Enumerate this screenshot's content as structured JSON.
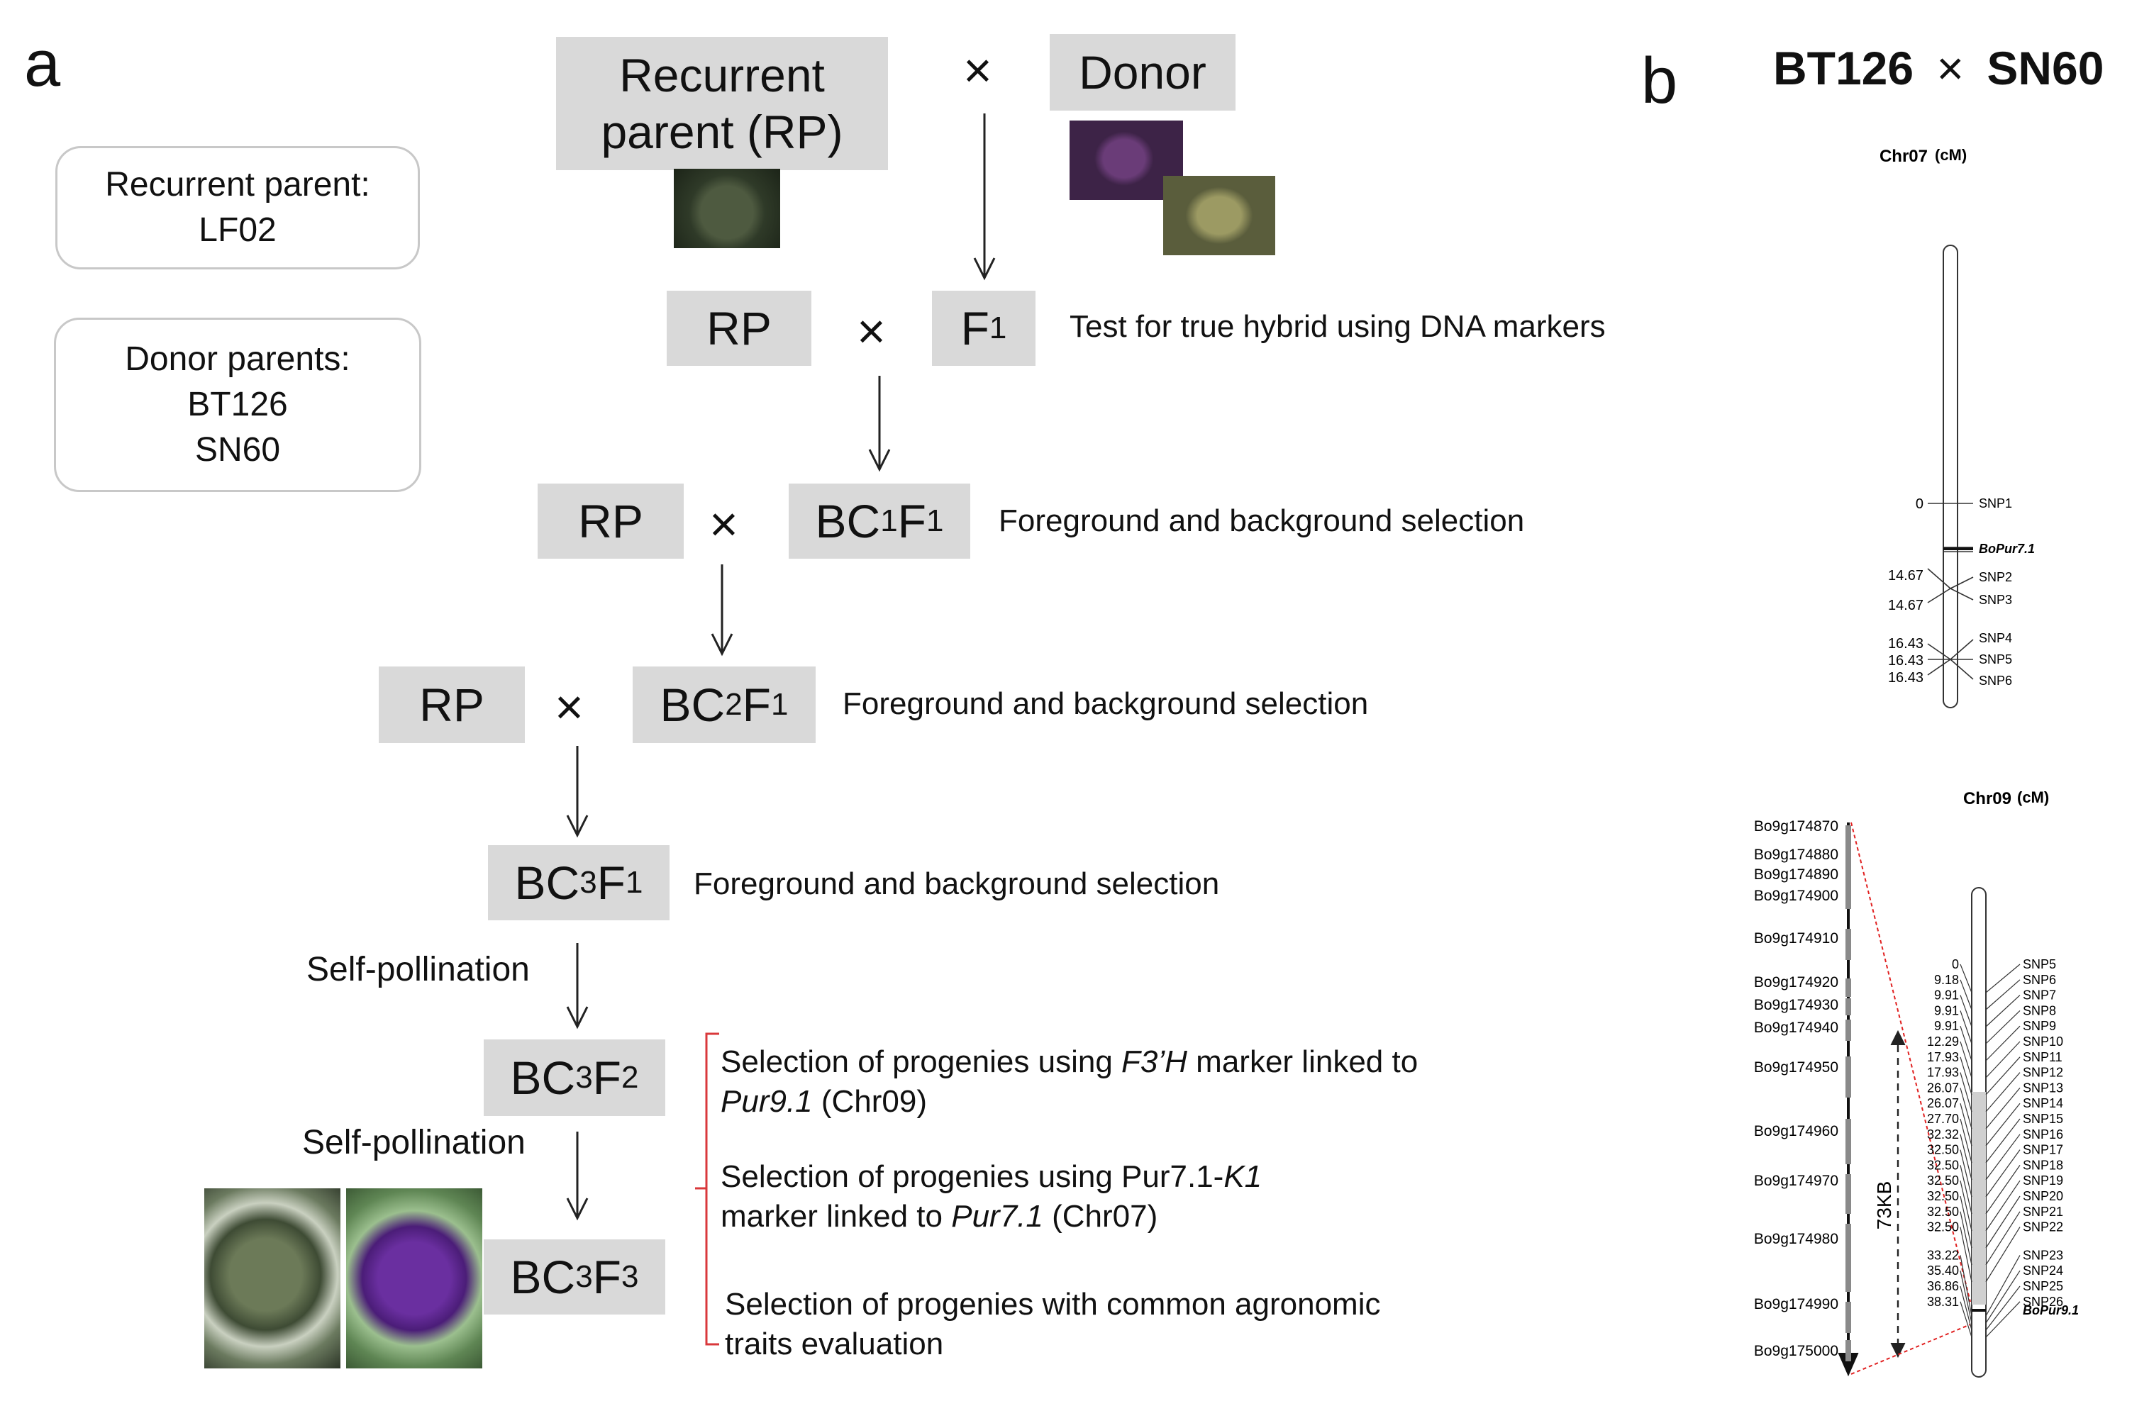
{
  "panel_a": {
    "label": "a",
    "box_recurrent": {
      "title": "Recurrent parent:",
      "value": "LF02"
    },
    "box_donors": {
      "title": "Donor parents:",
      "values": [
        "BT126",
        "SN60"
      ]
    },
    "recurrent_line1": "Recurrent",
    "recurrent_line2": "parent (RP)",
    "donor": "Donor",
    "times": "×",
    "rp": "RP",
    "f1": {
      "base": "F",
      "sub": "1"
    },
    "bc1f1": {
      "a": "BC",
      "s1": "1",
      "b": "F",
      "s2": "1"
    },
    "bc2f1": {
      "a": "BC",
      "s1": "2",
      "b": "F",
      "s2": "1"
    },
    "bc3f1": {
      "a": "BC",
      "s1": "3",
      "b": "F",
      "s2": "1"
    },
    "bc3f2": {
      "a": "BC",
      "s1": "3",
      "b": "F",
      "s2": "2"
    },
    "bc3f3": {
      "a": "BC",
      "s1": "3",
      "b": "F",
      "s2": "3"
    },
    "note_true_hybrid": "Test for true hybrid using DNA markers",
    "note_fg_bg": "Foreground and background selection",
    "self_pollination": "Self-pollination",
    "sel1": {
      "p1": "Selection of progenies using ",
      "i1": "F3’H",
      "p2": " marker linked to",
      "i2": "Pur9.1",
      "p3": " (Chr09)"
    },
    "sel2": {
      "p1": "Selection of progenies using Pur7.1-",
      "i1": "K1",
      "p2": "marker linked to ",
      "i2": "Pur7.1",
      "p3": " (Chr07)"
    },
    "sel3": {
      "line1": "Selection of progenies with common agronomic",
      "line2": "traits evaluation"
    }
  },
  "panel_b": {
    "label": "b",
    "cross_left": "BT126",
    "times": "×",
    "cross_right": "SN60",
    "chr07": {
      "title": "Chr07",
      "unit": "(cM)",
      "positions": [
        "0",
        "14.67",
        "14.67",
        "16.43",
        "16.43",
        "16.43"
      ],
      "markers": [
        "SNP1",
        "SNP2",
        "SNP3",
        "SNP4",
        "SNP5",
        "SNP6"
      ],
      "gene": "BoPur7.1"
    },
    "chr09": {
      "title": "Chr09",
      "unit": "(cM)",
      "genes": [
        "Bo9g174870",
        "Bo9g174880",
        "Bo9g174890",
        "Bo9g174900",
        "Bo9g174910",
        "Bo9g174920",
        "Bo9g174930",
        "Bo9g174940",
        "Bo9g174950",
        "Bo9g174960",
        "Bo9g174970",
        "Bo9g174980",
        "Bo9g174990",
        "Bo9g175000"
      ],
      "interval": "73KB",
      "positions": [
        "0",
        "9.18",
        "9.91",
        "9.91",
        "9.91",
        "12.29",
        "17.93",
        "17.93",
        "26.07",
        "26.07",
        "27.70",
        "32.32",
        "32.50",
        "32.50",
        "32.50",
        "32.50",
        "32.50",
        "32.50",
        "33.22",
        "35.40",
        "36.86",
        "38.31"
      ],
      "markers": [
        "SNP5",
        "SNP6",
        "SNP7",
        "SNP8",
        "SNP9",
        "SNP10",
        "SNP11",
        "SNP12",
        "SNP13",
        "SNP14",
        "SNP15",
        "SNP16",
        "SNP17",
        "SNP18",
        "SNP19",
        "SNP20",
        "SNP21",
        "SNP22",
        "SNP23",
        "SNP24",
        "SNP25",
        "SNP26"
      ],
      "gene": "BoPur9.1"
    }
  }
}
